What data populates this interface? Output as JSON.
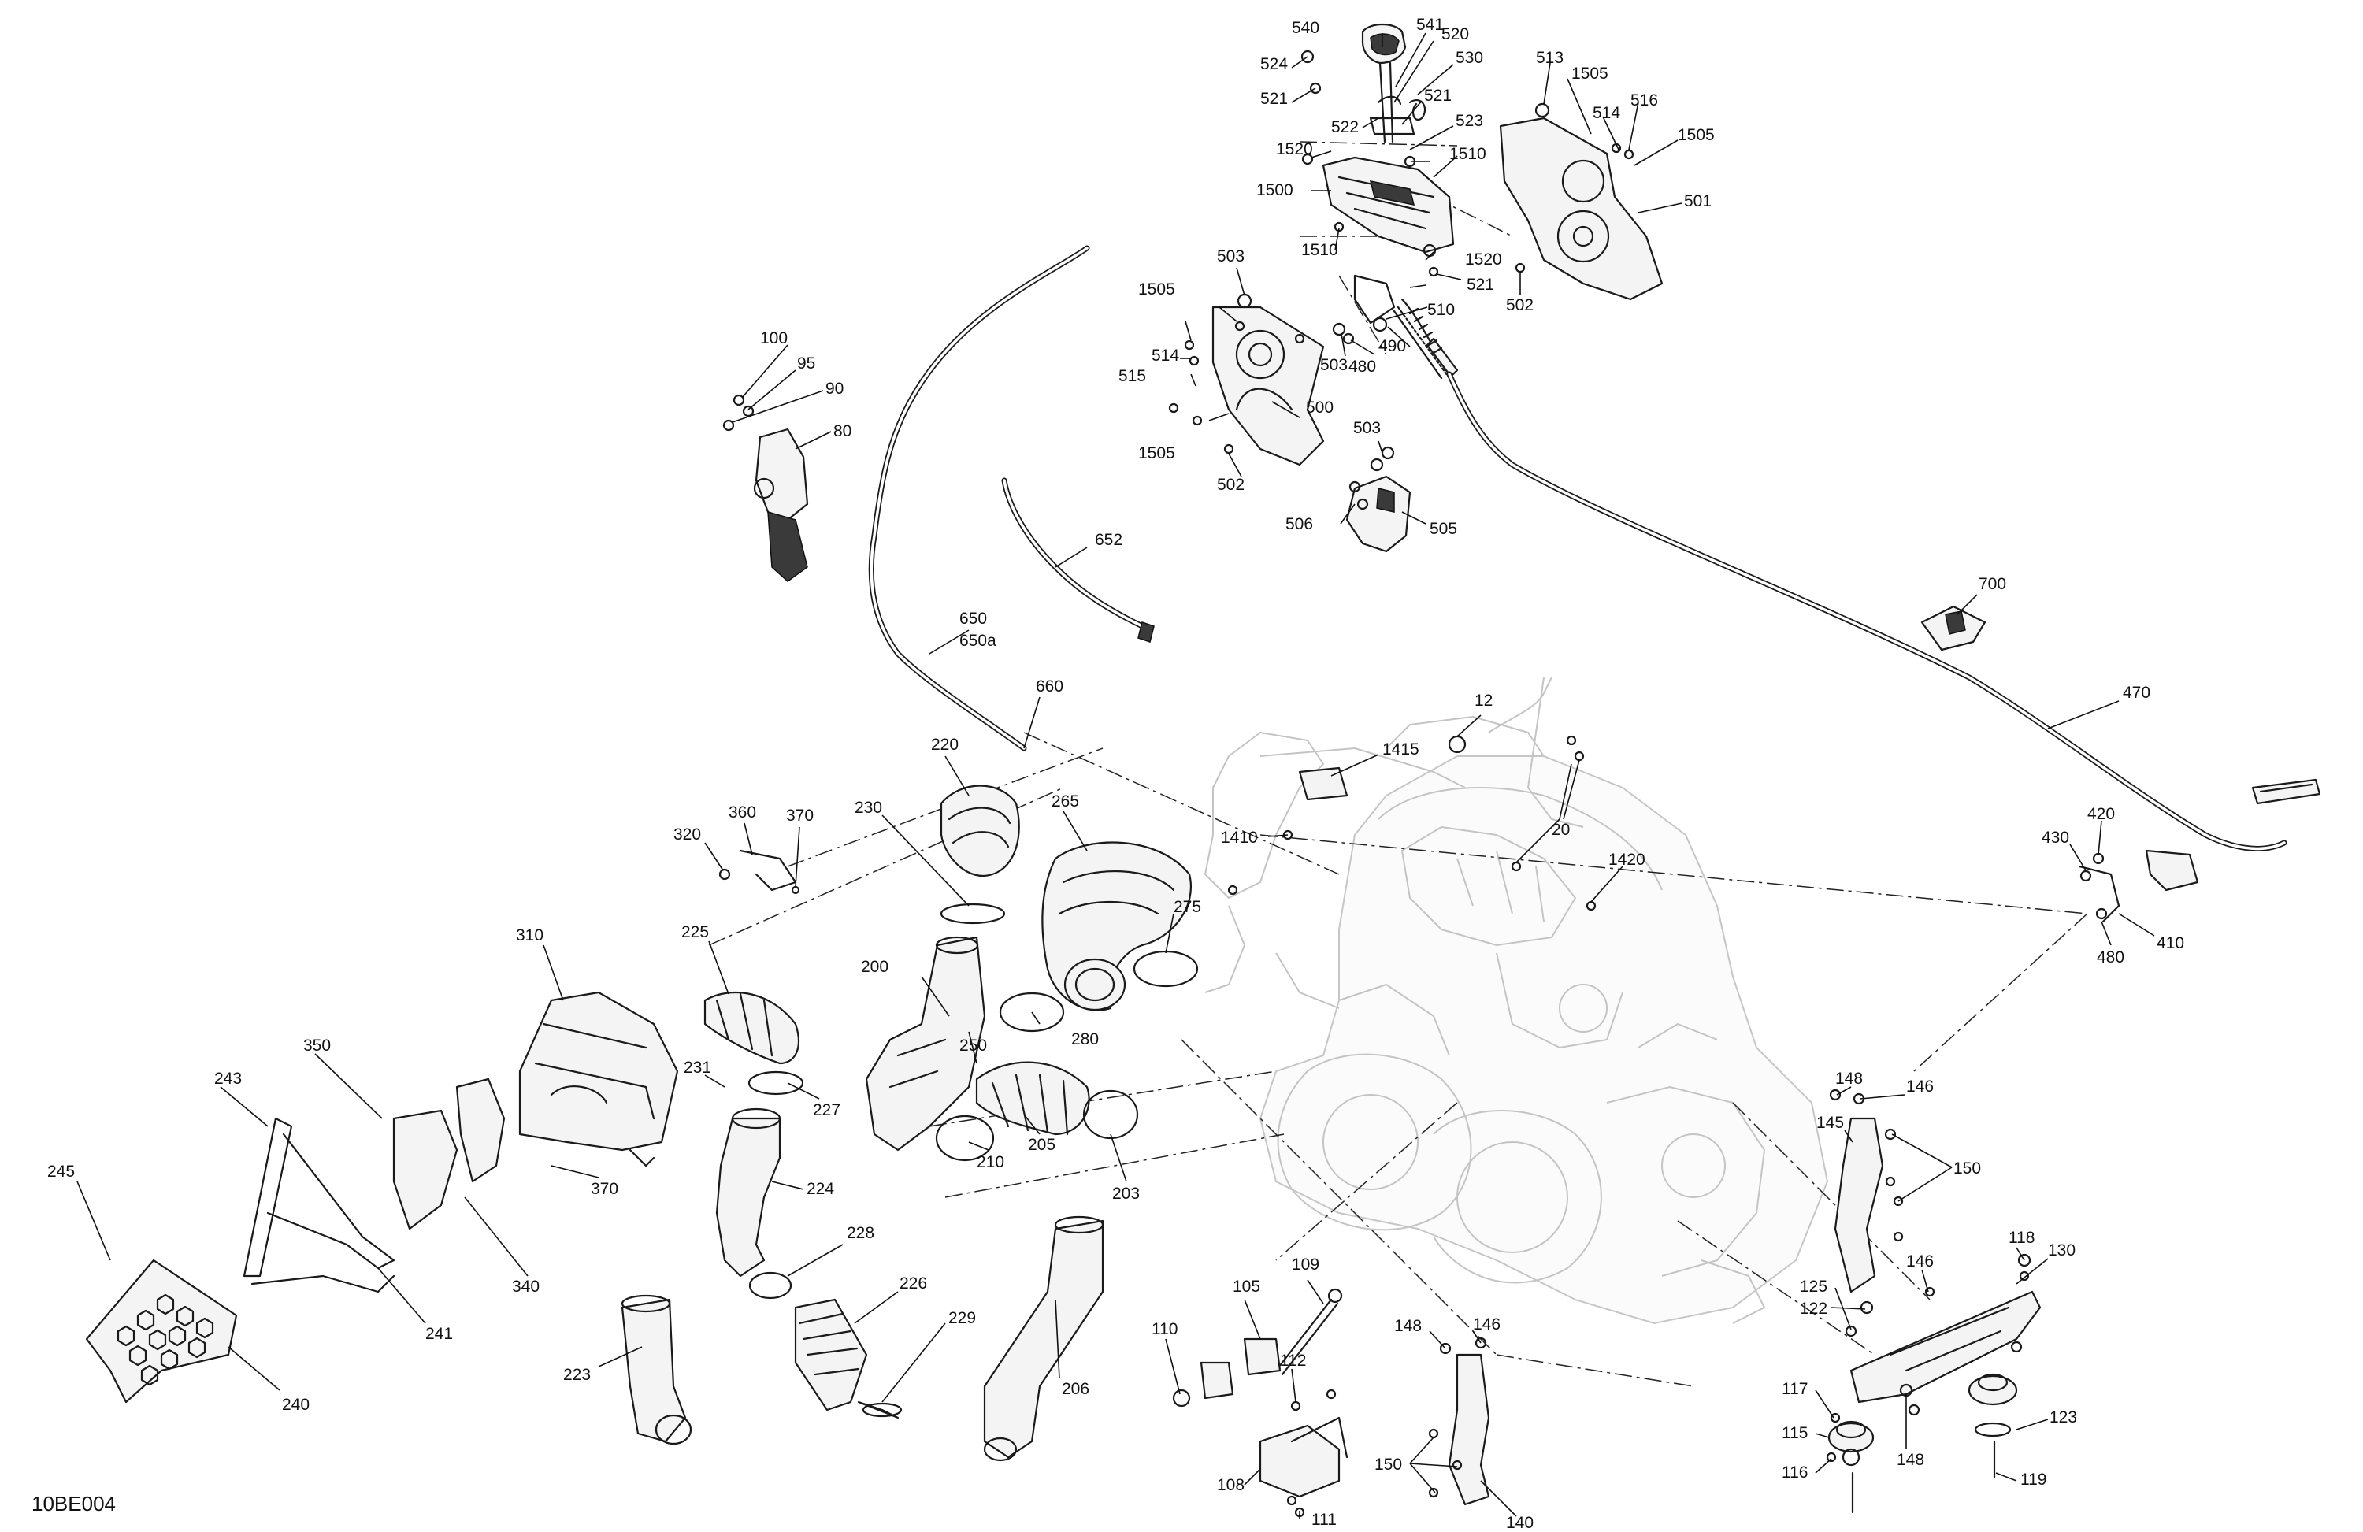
{
  "diagram": {
    "reference_code": "10BE004",
    "callouts": [
      {
        "id": "c540",
        "text": "540"
      },
      {
        "id": "c541",
        "text": "541"
      },
      {
        "id": "c520",
        "text": "520"
      },
      {
        "id": "c530",
        "text": "530"
      },
      {
        "id": "c524",
        "text": "524"
      },
      {
        "id": "c521a",
        "text": "521"
      },
      {
        "id": "c521b",
        "text": "521"
      },
      {
        "id": "c522",
        "text": "522"
      },
      {
        "id": "c523",
        "text": "523"
      },
      {
        "id": "c1520a",
        "text": "1520"
      },
      {
        "id": "c1510a",
        "text": "1510"
      },
      {
        "id": "c1500",
        "text": "1500"
      },
      {
        "id": "c1510b",
        "text": "1510"
      },
      {
        "id": "c1520b",
        "text": "1520"
      },
      {
        "id": "c521c",
        "text": "521"
      },
      {
        "id": "c503a",
        "text": "503"
      },
      {
        "id": "c1505a",
        "text": "1505"
      },
      {
        "id": "c514a",
        "text": "514"
      },
      {
        "id": "c516",
        "text": "516"
      },
      {
        "id": "c1505b",
        "text": "1505"
      },
      {
        "id": "c501",
        "text": "501"
      },
      {
        "id": "c502a",
        "text": "502"
      },
      {
        "id": "c513",
        "text": "513"
      },
      {
        "id": "c510",
        "text": "510"
      },
      {
        "id": "c490",
        "text": "490"
      },
      {
        "id": "c480a",
        "text": "480"
      },
      {
        "id": "c503b",
        "text": "503"
      },
      {
        "id": "c1505c",
        "text": "1505"
      },
      {
        "id": "c514b",
        "text": "514"
      },
      {
        "id": "c515",
        "text": "515"
      },
      {
        "id": "c1505d",
        "text": "1505"
      },
      {
        "id": "c500",
        "text": "500"
      },
      {
        "id": "c502b",
        "text": "502"
      },
      {
        "id": "c503c",
        "text": "503"
      },
      {
        "id": "c506",
        "text": "506"
      },
      {
        "id": "c505",
        "text": "505"
      },
      {
        "id": "c100",
        "text": "100"
      },
      {
        "id": "c95",
        "text": "95"
      },
      {
        "id": "c90",
        "text": "90"
      },
      {
        "id": "c80",
        "text": "80"
      },
      {
        "id": "c652",
        "text": "652"
      },
      {
        "id": "c650",
        "text": "650"
      },
      {
        "id": "c650a",
        "text": "650a"
      },
      {
        "id": "c660",
        "text": "660"
      },
      {
        "id": "c700",
        "text": "700"
      },
      {
        "id": "c470",
        "text": "470"
      },
      {
        "id": "c12",
        "text": "12"
      },
      {
        "id": "c1415",
        "text": "1415"
      },
      {
        "id": "c20",
        "text": "20"
      },
      {
        "id": "c1410",
        "text": "1410"
      },
      {
        "id": "c1420",
        "text": "1420"
      },
      {
        "id": "c430",
        "text": "430"
      },
      {
        "id": "c420",
        "text": "420"
      },
      {
        "id": "c410",
        "text": "410"
      },
      {
        "id": "c480b",
        "text": "480"
      },
      {
        "id": "c220",
        "text": "220"
      },
      {
        "id": "c360",
        "text": "360"
      },
      {
        "id": "c370a",
        "text": "370"
      },
      {
        "id": "c320",
        "text": "320"
      },
      {
        "id": "c230",
        "text": "230"
      },
      {
        "id": "c265",
        "text": "265"
      },
      {
        "id": "c275",
        "text": "275"
      },
      {
        "id": "c310",
        "text": "310"
      },
      {
        "id": "c225",
        "text": "225"
      },
      {
        "id": "c200",
        "text": "200"
      },
      {
        "id": "c250",
        "text": "250"
      },
      {
        "id": "c280",
        "text": "280"
      },
      {
        "id": "c350",
        "text": "350"
      },
      {
        "id": "c243",
        "text": "243"
      },
      {
        "id": "c231",
        "text": "231"
      },
      {
        "id": "c227",
        "text": "227"
      },
      {
        "id": "c370b",
        "text": "370"
      },
      {
        "id": "c205",
        "text": "205"
      },
      {
        "id": "c210",
        "text": "210"
      },
      {
        "id": "c203",
        "text": "203"
      },
      {
        "id": "c224",
        "text": "224"
      },
      {
        "id": "c245",
        "text": "245"
      },
      {
        "id": "c340",
        "text": "340"
      },
      {
        "id": "c241",
        "text": "241"
      },
      {
        "id": "c228",
        "text": "228"
      },
      {
        "id": "c226",
        "text": "226"
      },
      {
        "id": "c229",
        "text": "229"
      },
      {
        "id": "c223",
        "text": "223"
      },
      {
        "id": "c206",
        "text": "206"
      },
      {
        "id": "c240",
        "text": "240"
      },
      {
        "id": "c109",
        "text": "109"
      },
      {
        "id": "c105",
        "text": "105"
      },
      {
        "id": "c110",
        "text": "110"
      },
      {
        "id": "c112",
        "text": "112"
      },
      {
        "id": "c108",
        "text": "108"
      },
      {
        "id": "c111",
        "text": "111"
      },
      {
        "id": "c148a",
        "text": "148"
      },
      {
        "id": "c146a",
        "text": "146"
      },
      {
        "id": "c145",
        "text": "145"
      },
      {
        "id": "c150a",
        "text": "150"
      },
      {
        "id": "c148b",
        "text": "148"
      },
      {
        "id": "c146b",
        "text": "146"
      },
      {
        "id": "c150b",
        "text": "150"
      },
      {
        "id": "c140",
        "text": "140"
      },
      {
        "id": "c118",
        "text": "118"
      },
      {
        "id": "c130",
        "text": "130"
      },
      {
        "id": "c125",
        "text": "125"
      },
      {
        "id": "c146c",
        "text": "146"
      },
      {
        "id": "c122",
        "text": "122"
      },
      {
        "id": "c117",
        "text": "117"
      },
      {
        "id": "c115",
        "text": "115"
      },
      {
        "id": "c116",
        "text": "116"
      },
      {
        "id": "c148c",
        "text": "148"
      },
      {
        "id": "c123",
        "text": "123"
      },
      {
        "id": "c119",
        "text": "119"
      }
    ]
  }
}
